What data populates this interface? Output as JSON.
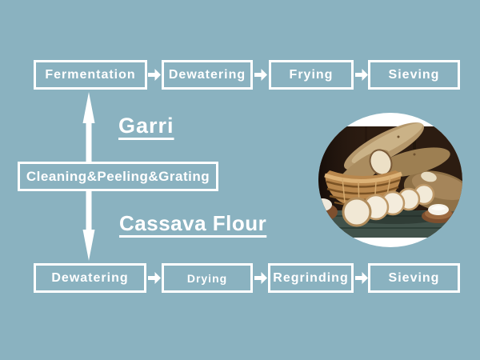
{
  "page": {
    "background_color": "#8ab2c0",
    "accent_color": "#ffffff"
  },
  "diagram": {
    "source_step": {
      "label": "Cleaning&Peeling&Grating"
    },
    "garri": {
      "title": "Garri",
      "steps": [
        {
          "label": "Fermentation"
        },
        {
          "label": "Dewatering"
        },
        {
          "label": "Frying"
        },
        {
          "label": "Sieving"
        }
      ]
    },
    "cassava_flour": {
      "title": "Cassava Flour",
      "steps": [
        {
          "label": "Dewatering"
        },
        {
          "label": "Drying"
        },
        {
          "label": "Regrinding"
        },
        {
          "label": "Sieving"
        }
      ]
    }
  },
  "photo": {
    "description": "Fresh cassava roots in a wicker basket with peeled white slices and a wooden bowl of cassava flour"
  }
}
